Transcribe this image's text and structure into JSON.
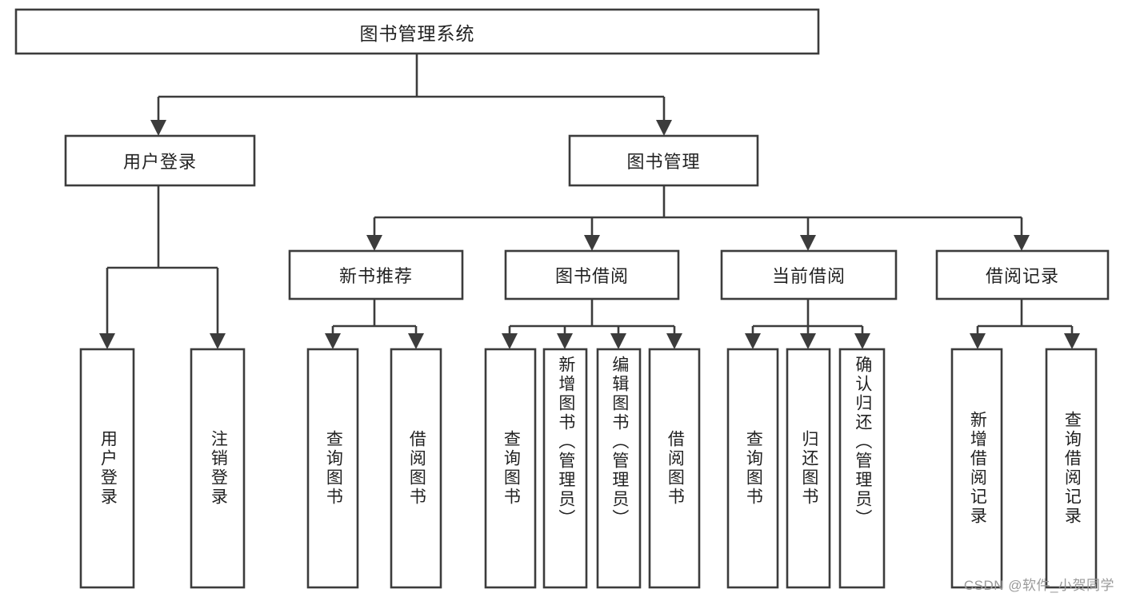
{
  "diagram": {
    "type": "tree-flowchart",
    "title": "图书管理系统",
    "orientation": "top-down",
    "root": {
      "id": "root",
      "label": "图书管理系统",
      "text_orientation": "horizontal"
    },
    "level1": [
      {
        "id": "user-login",
        "label": "用户登录",
        "text_orientation": "horizontal"
      },
      {
        "id": "book-management",
        "label": "图书管理",
        "text_orientation": "horizontal"
      }
    ],
    "level2": [
      {
        "id": "new-book-recommend",
        "label": "新书推荐",
        "parent": "book-management",
        "text_orientation": "horizontal"
      },
      {
        "id": "book-borrow",
        "label": "图书借阅",
        "parent": "book-management",
        "text_orientation": "horizontal"
      },
      {
        "id": "current-borrow",
        "label": "当前借阅",
        "parent": "book-management",
        "text_orientation": "horizontal"
      },
      {
        "id": "borrow-record",
        "label": "借阅记录",
        "parent": "book-management",
        "text_orientation": "horizontal"
      }
    ],
    "leaves": [
      {
        "id": "leaf-user-login",
        "label": "用户登录",
        "parent": "user-login",
        "text_orientation": "vertical"
      },
      {
        "id": "leaf-logout",
        "label": "注销登录",
        "parent": "user-login",
        "text_orientation": "vertical"
      },
      {
        "id": "leaf-query-book-1",
        "label": "查询图书",
        "parent": "new-book-recommend",
        "text_orientation": "vertical"
      },
      {
        "id": "leaf-borrow-book-1",
        "label": "借阅图书",
        "parent": "new-book-recommend",
        "text_orientation": "vertical"
      },
      {
        "id": "leaf-query-book-2",
        "label": "查询图书",
        "parent": "book-borrow",
        "text_orientation": "vertical"
      },
      {
        "id": "leaf-add-book",
        "label": "新增图书（管理员）",
        "parent": "book-borrow",
        "text_orientation": "vertical"
      },
      {
        "id": "leaf-edit-book",
        "label": "编辑图书（管理员）",
        "parent": "book-borrow",
        "text_orientation": "vertical"
      },
      {
        "id": "leaf-borrow-book-2",
        "label": "借阅图书",
        "parent": "book-borrow",
        "text_orientation": "vertical"
      },
      {
        "id": "leaf-query-book-3",
        "label": "查询图书",
        "parent": "current-borrow",
        "text_orientation": "vertical"
      },
      {
        "id": "leaf-return-book",
        "label": "归还图书",
        "parent": "current-borrow",
        "text_orientation": "vertical"
      },
      {
        "id": "leaf-confirm-return",
        "label": "确认归还（管理员）",
        "parent": "current-borrow",
        "text_orientation": "vertical"
      },
      {
        "id": "leaf-add-record",
        "label": "新增借阅记录",
        "parent": "borrow-record",
        "text_orientation": "vertical"
      },
      {
        "id": "leaf-query-record",
        "label": "查询借阅记录",
        "parent": "borrow-record",
        "text_orientation": "vertical"
      }
    ],
    "colors": {
      "stroke": "#3c3c3c",
      "fill": "#ffffff",
      "text": "#222222",
      "background": "#ffffff",
      "watermark": "#9a9a9a"
    }
  },
  "watermark": {
    "text": "CSDN @软件_小贺同学"
  }
}
